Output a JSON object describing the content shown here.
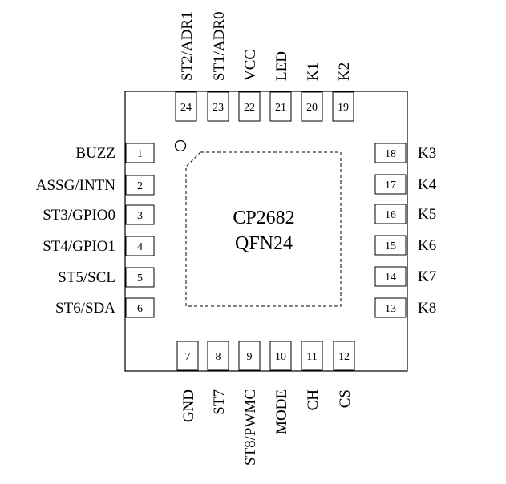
{
  "chip": {
    "name": "CP2682",
    "package": "QFN24"
  },
  "pins": {
    "left": [
      {
        "num": "1",
        "label": "BUZZ"
      },
      {
        "num": "2",
        "label": "ASSG/INTN"
      },
      {
        "num": "3",
        "label": "ST3/GPIO0"
      },
      {
        "num": "4",
        "label": "ST4/GPIO1"
      },
      {
        "num": "5",
        "label": "ST5/SCL"
      },
      {
        "num": "6",
        "label": "ST6/SDA"
      }
    ],
    "bottom": [
      {
        "num": "7",
        "label": "GND"
      },
      {
        "num": "8",
        "label": "ST7"
      },
      {
        "num": "9",
        "label": "ST8/PWMC"
      },
      {
        "num": "10",
        "label": "MODE"
      },
      {
        "num": "11",
        "label": "CH"
      },
      {
        "num": "12",
        "label": "CS"
      }
    ],
    "right": [
      {
        "num": "18",
        "label": "K3"
      },
      {
        "num": "17",
        "label": "K4"
      },
      {
        "num": "16",
        "label": "K5"
      },
      {
        "num": "15",
        "label": "K6"
      },
      {
        "num": "14",
        "label": "K7"
      },
      {
        "num": "13",
        "label": "K8"
      }
    ],
    "top": [
      {
        "num": "24",
        "label": "ST2/ADR1"
      },
      {
        "num": "23",
        "label": "ST1/ADR0"
      },
      {
        "num": "22",
        "label": "VCC"
      },
      {
        "num": "21",
        "label": "LED"
      },
      {
        "num": "20",
        "label": "K1"
      },
      {
        "num": "19",
        "label": "K2"
      }
    ]
  }
}
